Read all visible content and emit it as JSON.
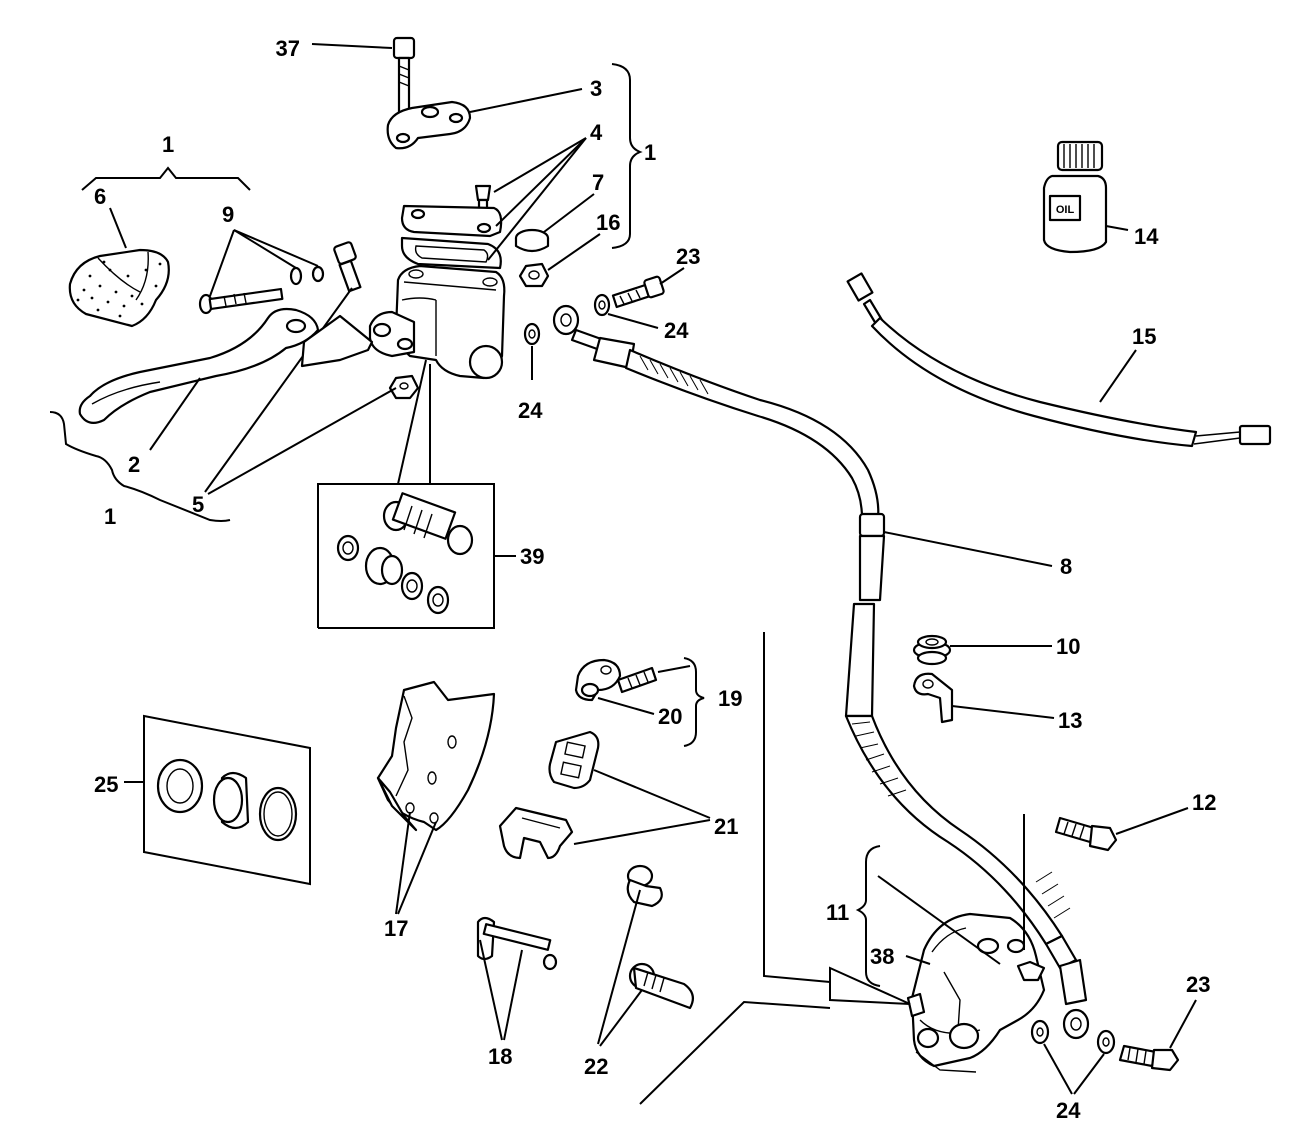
{
  "callouts": {
    "c1a": "1",
    "c1b": "1",
    "c1c": "1",
    "c2": "2",
    "c3": "3",
    "c4": "4",
    "c5": "5",
    "c6": "6",
    "c7": "7",
    "c8": "8",
    "c9": "9",
    "c10": "10",
    "c11": "11",
    "c12": "12",
    "c13": "13",
    "c14": "14",
    "c15": "15",
    "c16": "16",
    "c17": "17",
    "c18": "18",
    "c19": "19",
    "c20": "20",
    "c21": "21",
    "c22": "22",
    "c23a": "23",
    "c23b": "23",
    "c24a": "24",
    "c24b": "24",
    "c24c": "24",
    "c25": "25",
    "c37": "37",
    "c38": "38",
    "c39": "39"
  },
  "bottle_label": "OIL"
}
